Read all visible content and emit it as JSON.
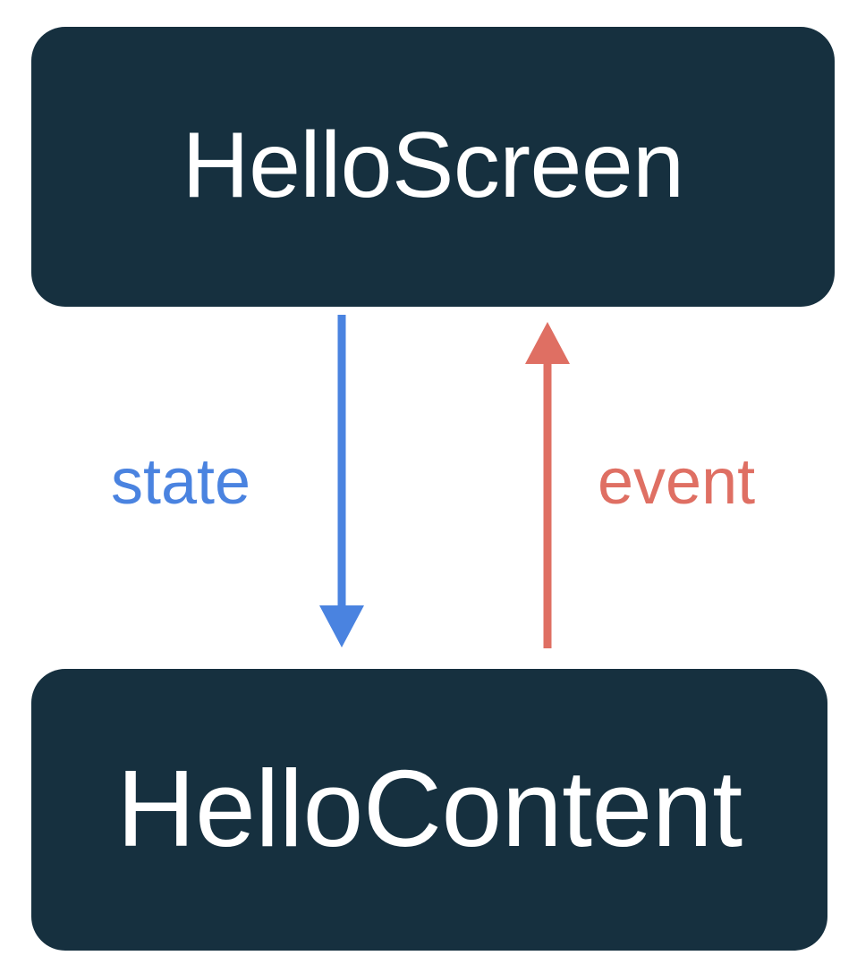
{
  "diagram": {
    "title": "HelloScreen / HelloContent state-event flow",
    "background_color": "#ffffff",
    "nodes": [
      {
        "id": "hello-screen",
        "label": "HelloScreen",
        "fill_color": "#16303f",
        "text_color": "#ffffff",
        "shape": "rounded-rectangle"
      },
      {
        "id": "hello-content",
        "label": "HelloContent",
        "fill_color": "#16303f",
        "text_color": "#ffffff",
        "shape": "rounded-rectangle"
      }
    ],
    "edges": [
      {
        "id": "state",
        "label": "state",
        "from": "HelloScreen",
        "to": "HelloContent",
        "direction": "down",
        "color": "#4a83e0"
      },
      {
        "id": "event",
        "label": "event",
        "from": "HelloContent",
        "to": "HelloScreen",
        "direction": "up",
        "color": "#df6f63"
      }
    ]
  }
}
